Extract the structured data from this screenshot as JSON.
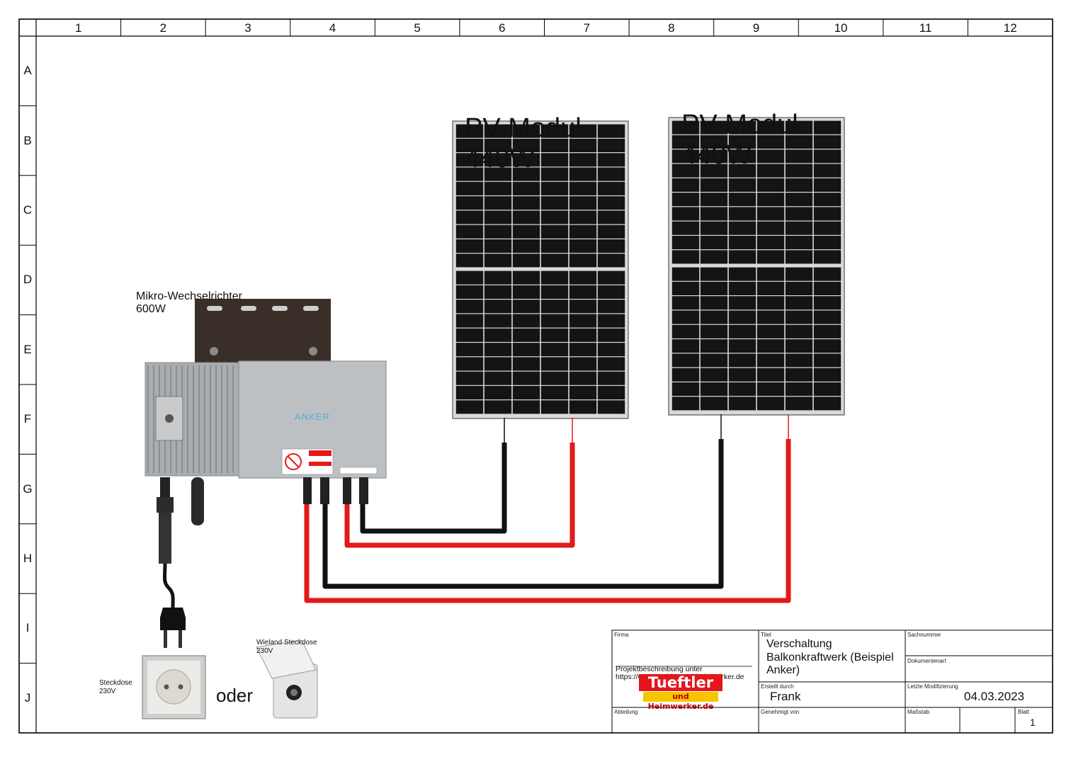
{
  "frame": {
    "columns": [
      "1",
      "2",
      "3",
      "4",
      "5",
      "6",
      "7",
      "8",
      "9",
      "10",
      "11",
      "12"
    ],
    "rows": [
      "A",
      "B",
      "C",
      "D",
      "E",
      "F",
      "G",
      "H",
      "I",
      "J"
    ]
  },
  "modules": [
    {
      "label_line1": "PV-Modul",
      "label_line2": "440W"
    },
    {
      "label_line1": "PV-Modul",
      "label_line2": "440W"
    }
  ],
  "inverter": {
    "label_line1": "Mikro-Wechselrichter",
    "label_line2": "600W",
    "brand": "ANKER"
  },
  "socket": {
    "label_line1": "Steckdose",
    "label_line2": "230V"
  },
  "wieland": {
    "label_line1": "Wieland Steckdose",
    "label_line2": "230V"
  },
  "or_text": "oder",
  "title_block": {
    "firma_label": "Firma",
    "firma_line1": "Projektbeschreibung unter",
    "firma_line2": "https://www.tueftler-und-heimwerker.de",
    "logo_top": "Tueftler",
    "logo_bottom": "und Heimwerker.de",
    "titel_label": "Titel",
    "titel_line1": "Verschaltung",
    "titel_line2": "Balkonkraftwerk (Beispiel",
    "titel_line3": "Anker)",
    "sachnummer_label": "Sachnummer",
    "dokumentenart_label": "Dokumentenart",
    "erstellt_label": "Erstellt durch",
    "erstellt_value": "Frank",
    "modifiziert_label": "Letzte Modifizierung",
    "modifiziert_value": "04.03.2023",
    "abteilung_label": "Abteilung",
    "genehmigt_label": "Genehmigt von",
    "massstab_label": "Maßstab",
    "blatt_label": "Blatt",
    "blatt_value": "1"
  },
  "colors": {
    "negative_wire": "#111111",
    "positive_wire": "#e21a1a",
    "panel": "#141414",
    "panel_frame": "#d9d9d9",
    "inverter_body": "#b9bcbf",
    "bracket": "#3a2e28"
  }
}
